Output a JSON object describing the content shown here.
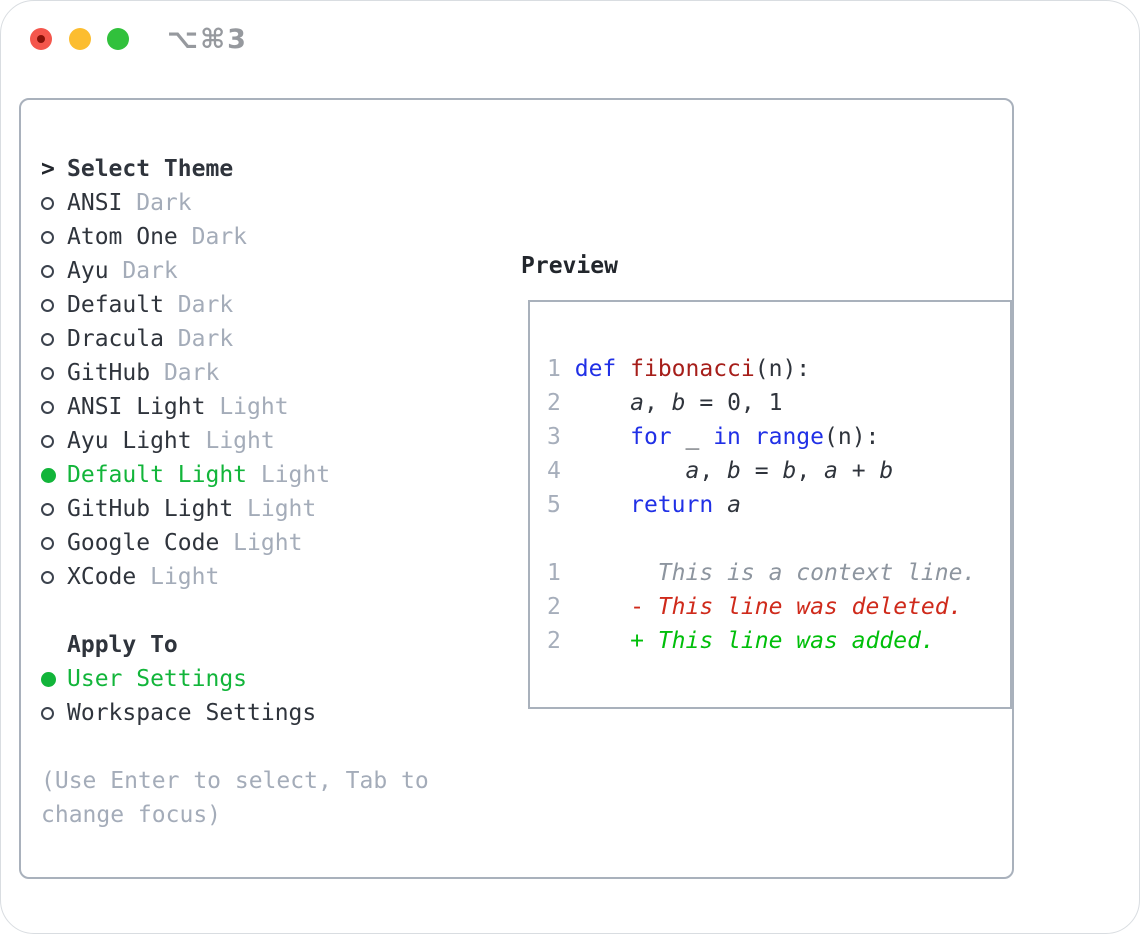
{
  "window": {
    "shortcut": "⌥⌘3",
    "traffic_lights": [
      "close",
      "minimize",
      "maximize"
    ]
  },
  "colors": {
    "accent_green": "#12b53a",
    "diff_added_green": "#00bf0a",
    "diff_deleted_red": "#cf2a1b",
    "keyword_blue": "#2030e6",
    "function_red": "#a61e1a",
    "muted_gray": "#a4acb9",
    "context_gray": "#8d959f",
    "border_gray": "#a9b1bc",
    "text_dark": "#2f343c"
  },
  "left_panel": {
    "header_marker": ">",
    "header_label": "Select Theme",
    "themes": [
      {
        "name": "ANSI",
        "variant": "Dark",
        "selected": false
      },
      {
        "name": "Atom One",
        "variant": "Dark",
        "selected": false
      },
      {
        "name": "Ayu",
        "variant": "Dark",
        "selected": false
      },
      {
        "name": "Default",
        "variant": "Dark",
        "selected": false
      },
      {
        "name": "Dracula",
        "variant": "Dark",
        "selected": false
      },
      {
        "name": "GitHub",
        "variant": "Dark",
        "selected": false
      },
      {
        "name": "ANSI Light",
        "variant": "Light",
        "selected": false
      },
      {
        "name": "Ayu Light",
        "variant": "Light",
        "selected": false
      },
      {
        "name": "Default Light",
        "variant": "Light",
        "selected": true
      },
      {
        "name": "GitHub Light",
        "variant": "Light",
        "selected": false
      },
      {
        "name": "Google Code",
        "variant": "Light",
        "selected": false
      },
      {
        "name": "XCode",
        "variant": "Light",
        "selected": false
      }
    ],
    "apply_to_label": "Apply To",
    "apply_options": [
      {
        "label": "User Settings",
        "selected": true
      },
      {
        "label": "Workspace Settings",
        "selected": false
      }
    ],
    "hint_lines": [
      "(Use Enter to select, Tab to",
      "change focus)"
    ]
  },
  "preview": {
    "label": "Preview",
    "code_lines": [
      {
        "num": "1",
        "indent": 0,
        "tokens": [
          {
            "t": "def",
            "s": "kw"
          },
          {
            "t": " ",
            "s": "pl"
          },
          {
            "t": "fibonacci",
            "s": "fn"
          },
          {
            "t": "(n):",
            "s": "pl"
          }
        ]
      },
      {
        "num": "2",
        "indent": 4,
        "tokens": [
          {
            "t": "a",
            "s": "va"
          },
          {
            "t": ", ",
            "s": "pl"
          },
          {
            "t": "b",
            "s": "va"
          },
          {
            "t": " = 0, 1",
            "s": "pl"
          }
        ]
      },
      {
        "num": "3",
        "indent": 4,
        "tokens": [
          {
            "t": "for",
            "s": "kw"
          },
          {
            "t": " _ ",
            "s": "pl"
          },
          {
            "t": "in",
            "s": "kw"
          },
          {
            "t": " ",
            "s": "pl"
          },
          {
            "t": "range",
            "s": "kw"
          },
          {
            "t": "(n):",
            "s": "pl"
          }
        ]
      },
      {
        "num": "4",
        "indent": 8,
        "tokens": [
          {
            "t": "a",
            "s": "va"
          },
          {
            "t": ", ",
            "s": "pl"
          },
          {
            "t": "b",
            "s": "va"
          },
          {
            "t": " = ",
            "s": "pl"
          },
          {
            "t": "b",
            "s": "va"
          },
          {
            "t": ", ",
            "s": "pl"
          },
          {
            "t": "a",
            "s": "va"
          },
          {
            "t": " + ",
            "s": "pl"
          },
          {
            "t": "b",
            "s": "va"
          }
        ]
      },
      {
        "num": "5",
        "indent": 4,
        "tokens": [
          {
            "t": "return",
            "s": "kw"
          },
          {
            "t": " ",
            "s": "pl"
          },
          {
            "t": "a",
            "s": "va"
          }
        ]
      }
    ],
    "diff_lines": [
      {
        "num": "1",
        "marker": "",
        "kind": "ctx",
        "text": "This is a context line."
      },
      {
        "num": "2",
        "marker": "-",
        "kind": "del",
        "text": "This line was deleted."
      },
      {
        "num": "2",
        "marker": "+",
        "kind": "add",
        "text": "This line was added."
      }
    ]
  }
}
